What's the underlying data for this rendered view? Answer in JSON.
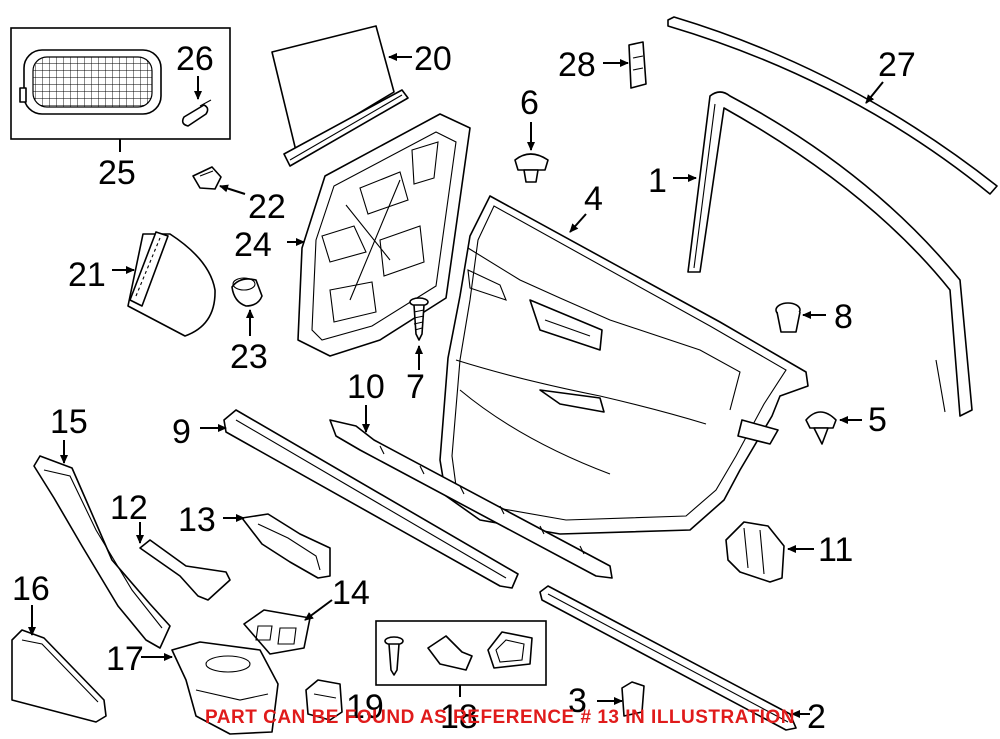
{
  "callouts": {
    "c1": "1",
    "c2": "2",
    "c3": "3",
    "c4": "4",
    "c5": "5",
    "c6": "6",
    "c7": "7",
    "c8": "8",
    "c9": "9",
    "c10": "10",
    "c11": "11",
    "c12": "12",
    "c13": "13",
    "c14": "14",
    "c15": "15",
    "c16": "16",
    "c17": "17",
    "c18": "18",
    "c19": "19",
    "c20": "20",
    "c21": "21",
    "c22": "22",
    "c23": "23",
    "c24": "24",
    "c25": "25",
    "c26": "26",
    "c27": "27",
    "c28": "28"
  },
  "note": "PART CAN BE FOUND AS REFERENCE # 13 IN ILLUSTRATION",
  "colors": {
    "note": "#e01b1b",
    "line": "#000000"
  }
}
